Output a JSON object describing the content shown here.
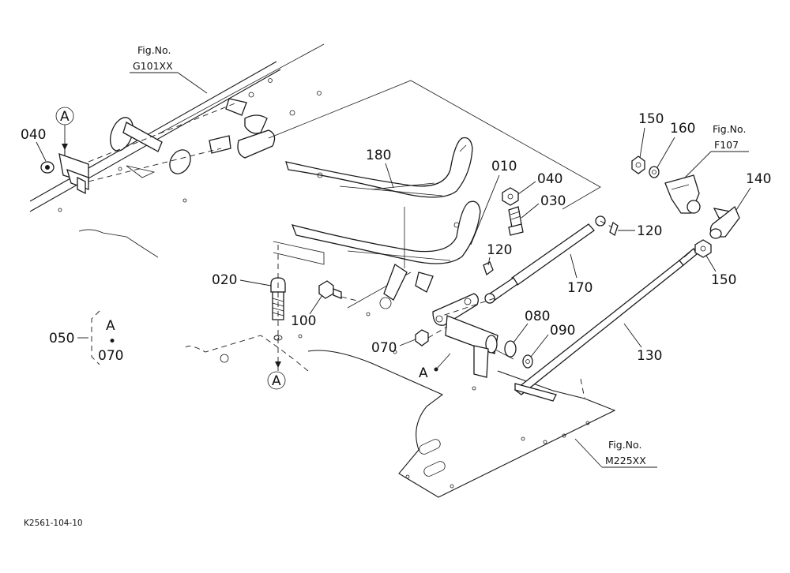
{
  "references": {
    "seat_frame": {
      "title": "Fig.No.",
      "code": "G101XX"
    },
    "pedal": {
      "title": "Fig.No.",
      "code": "F107"
    },
    "floor": {
      "title": "Fig.No.",
      "code": "M225XX"
    }
  },
  "part_labels": {
    "p010": "010",
    "p020": "020",
    "p030": "030",
    "p040_left": "040",
    "p040_mid": "040",
    "p050": "050",
    "p070": "070",
    "p080": "080",
    "p090": "090",
    "p100": "100",
    "p120_top": "120",
    "p120_mid": "120",
    "p130": "130",
    "p140": "140",
    "p150_top": "150",
    "p150_bot": "150",
    "p160": "160",
    "p170": "170",
    "p180": "180"
  },
  "markers": {
    "circle_a_top": "A",
    "circle_a_bottom": "A",
    "point_a": "A"
  },
  "legend_box": {
    "letter": "A",
    "dot": "•",
    "part": "070"
  },
  "drawing_code": "K2561-104-10"
}
